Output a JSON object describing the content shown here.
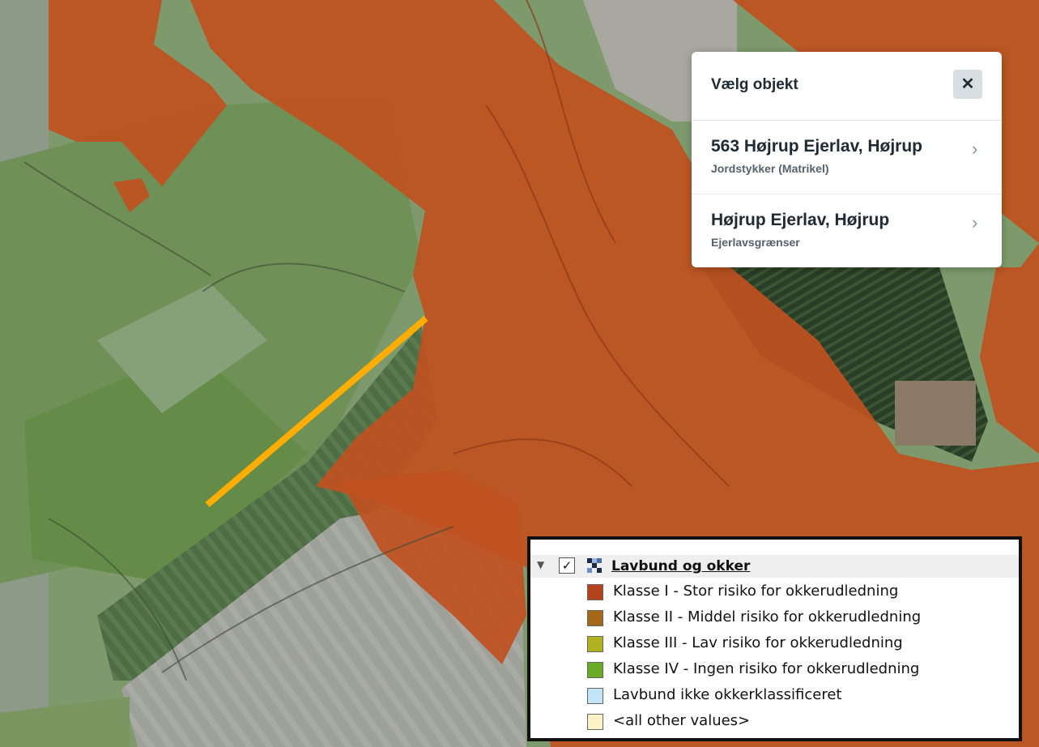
{
  "popup": {
    "title": "Vælg objekt",
    "close_label": "✕",
    "results": [
      {
        "title": "563 Højrup Ejerlav, Højrup",
        "subtitle": "Jordstykker (Matrikel)"
      },
      {
        "title": "Højrup Ejerlav, Højrup",
        "subtitle": "Ejerlavsgrænser"
      }
    ]
  },
  "legend": {
    "checkbox_mark": "✓",
    "layer_name": "Lavbund og okker",
    "items": [
      {
        "label": "Klasse I - Stor risiko for okkerudledning",
        "color": "#b3431c"
      },
      {
        "label": "Klasse II - Middel risiko for okkerudledning",
        "color": "#a5681a"
      },
      {
        "label": "Klasse III - Lav risiko for okkerudledning",
        "color": "#b0b21f"
      },
      {
        "label": "Klasse IV - Ingen risiko for okkerudledning",
        "color": "#6aab25"
      },
      {
        "label": "Lavbund ikke okkerklassificeret",
        "color": "#c3e4f7"
      },
      {
        "label": "<all other values>",
        "color": "#fbf2c9"
      }
    ]
  },
  "map": {
    "risk_overlay_color": "#c0501f",
    "selected_line_color": "#ffad00"
  }
}
